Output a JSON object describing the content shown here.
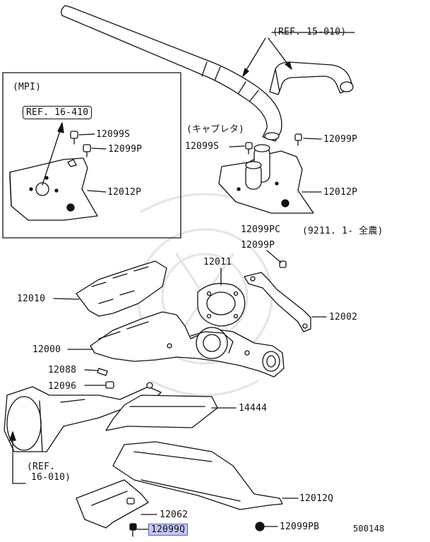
{
  "diagram": {
    "ref_top": "(REF. 15-010)",
    "mpi_title": "(MPI)",
    "mpi_ref": "REF. 16-410",
    "carb_title": "(キャブレタ)",
    "date_note": "(9211. 1- 全農)",
    "ref_bottom_1": "(REF.",
    "ref_bottom_2": "16-010)",
    "diagram_code": "500148",
    "highlight_color": "#c6c6f2",
    "parts": {
      "p12099s_mpi": "12099S",
      "p12099p_mpi": "12099P",
      "p12012p_mpi": "12012P",
      "p12099s_carb": "12099S",
      "p12099p_carb": "12099P",
      "p12012p_carb": "12012P",
      "p12099pc": "12099PC",
      "p12099p_mid": "12099P",
      "p12011": "12011",
      "p12010": "12010",
      "p12002": "12002",
      "p12000": "12000",
      "p12088": "12088",
      "p12096": "12096",
      "p14444": "14444",
      "p12012q": "12012Q",
      "p12062": "12062",
      "p12099q": "12099Q",
      "p12099pb": "12099PB"
    }
  }
}
